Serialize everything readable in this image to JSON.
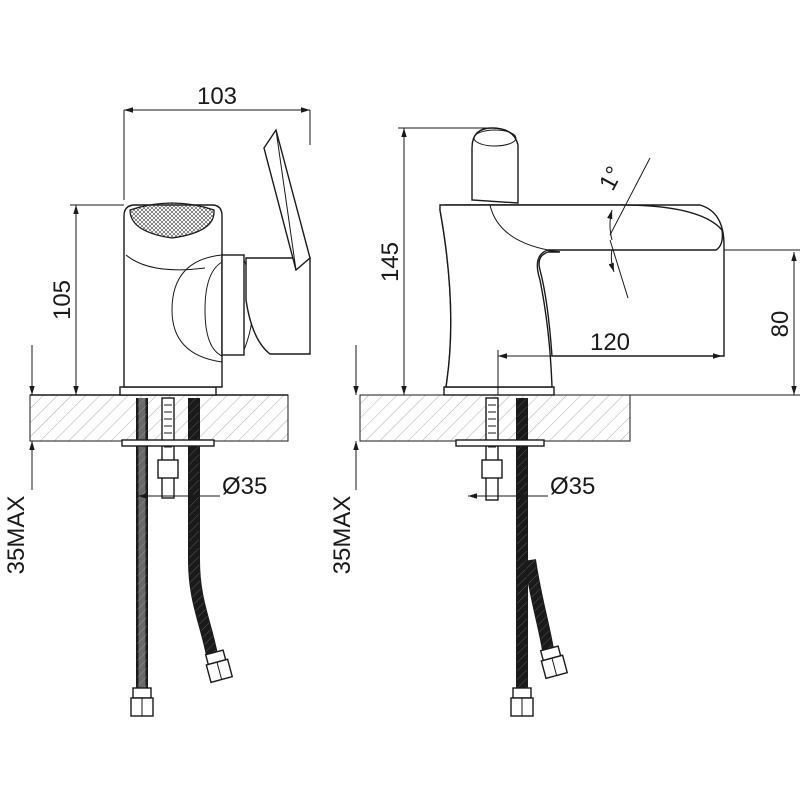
{
  "side_view": {
    "width_label": "103",
    "height_label": "105",
    "hole_label": "Ø35",
    "max_thickness_label": "35MAX"
  },
  "front_view": {
    "height_label": "145",
    "spout_reach_label": "120",
    "spout_height_label": "80",
    "angle_label": "1°",
    "hole_label": "Ø35",
    "max_thickness_label": "35MAX"
  }
}
